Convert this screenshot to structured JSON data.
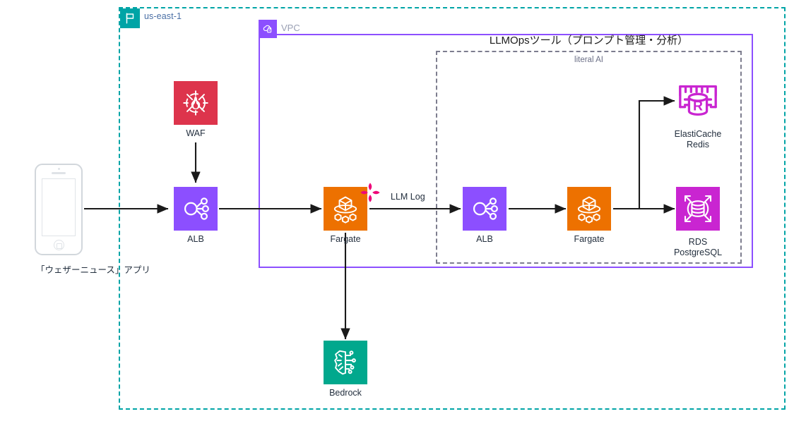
{
  "diagram": {
    "region": {
      "label": "us-east-1",
      "icon": "region-flag-icon",
      "color": "#00a4a6"
    },
    "vpc": {
      "label": "VPC",
      "icon": "vpc-cloud-lock-icon",
      "color": "#8C4FFF"
    },
    "llmops": {
      "title": "LLMOpsツール（プロンプト管理・分析）",
      "subtitle": "literal AI",
      "border_color": "#7d7d8e"
    },
    "client": {
      "device": "smartphone",
      "label": "「ウェザーニュース」アプリ"
    },
    "nodes": [
      {
        "id": "waf",
        "label": "WAF",
        "icon": "waf-shield-icon",
        "color": "#DD344C"
      },
      {
        "id": "alb-public",
        "label": "ALB",
        "icon": "load-balancer-icon",
        "color": "#8C4FFF"
      },
      {
        "id": "fargate-app",
        "label": "Fargate",
        "icon": "fargate-container-icon",
        "color": "#ED7100",
        "badge": "literal-ai-flower-badge",
        "badge_color": "#EE0979"
      },
      {
        "id": "alb-llmops",
        "label": "ALB",
        "icon": "load-balancer-icon",
        "color": "#8C4FFF"
      },
      {
        "id": "fargate-llmops",
        "label": "Fargate",
        "icon": "fargate-container-icon",
        "color": "#ED7100"
      },
      {
        "id": "elasticache",
        "label": "ElastiCache\nRedis",
        "icon": "elasticache-redis-icon",
        "color": "#C925D1"
      },
      {
        "id": "rds",
        "label": "RDS\nPostgreSQL",
        "icon": "rds-database-icon",
        "color": "#C925D1"
      },
      {
        "id": "bedrock",
        "label": "Bedrock",
        "icon": "bedrock-brain-icon",
        "color": "#01A88D"
      }
    ],
    "edges": [
      {
        "from": "client",
        "to": "alb-public",
        "label": ""
      },
      {
        "from": "waf",
        "to": "alb-public",
        "label": ""
      },
      {
        "from": "alb-public",
        "to": "fargate-app",
        "label": ""
      },
      {
        "from": "fargate-app",
        "to": "alb-llmops",
        "label": "LLM Log"
      },
      {
        "from": "fargate-app",
        "to": "bedrock",
        "label": ""
      },
      {
        "from": "alb-llmops",
        "to": "fargate-llmops",
        "label": ""
      },
      {
        "from": "fargate-llmops",
        "to": "rds",
        "label": ""
      },
      {
        "from": "fargate-llmops",
        "to": "elasticache",
        "label": ""
      }
    ]
  }
}
